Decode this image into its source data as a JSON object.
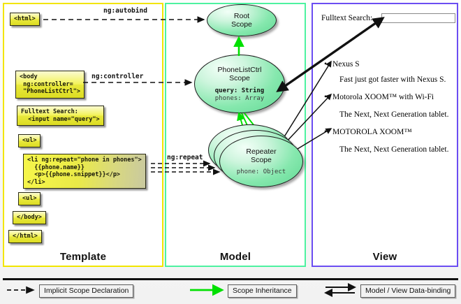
{
  "panels": {
    "template": {
      "label": "Template",
      "border_color": "#f2e500",
      "boxes": [
        {
          "name": "html-open",
          "text": "<html>"
        },
        {
          "name": "body-open",
          "text": "<body\n ng:controller=\n \"PhoneListCtrl\">"
        },
        {
          "name": "fulltext-search",
          "text": "Fulltext Search:\n  <input name=\"query\">"
        },
        {
          "name": "ul-open",
          "text": "<ul>"
        },
        {
          "name": "li-repeat",
          "text": "<li ng:repeat=\"phone in phones\">\n  {{phone.name}}\n  <p>{{phone.snippet}}</p>\n</li>"
        },
        {
          "name": "ul-close",
          "text": "<ul>"
        },
        {
          "name": "body-close",
          "text": "</body>"
        },
        {
          "name": "html-close",
          "text": "</html>"
        }
      ]
    },
    "model": {
      "label": "Model",
      "border_color": "#4df2a0",
      "scopes": [
        {
          "name": "root-scope",
          "title": "Root\nScope",
          "props": []
        },
        {
          "name": "phonelistctrl-scope",
          "title": "PhoneListCtrl\nScope",
          "props": [
            {
              "key": "query:",
              "val": "String",
              "bold": true
            },
            {
              "key": "phones:",
              "val": "Array",
              "bold": false
            }
          ]
        },
        {
          "name": "repeater-scope",
          "title": "Repeater\nScope",
          "props": [
            {
              "key": "phone:",
              "val": "Object",
              "bold": false
            }
          ]
        }
      ]
    },
    "view": {
      "label": "View",
      "border_color": "#6b4df2",
      "search_label": "Fulltext Search:",
      "search_value": "",
      "phones": [
        {
          "name": "Nexus S",
          "snippet": "Fast just got faster with Nexus S."
        },
        {
          "name": "Motorola XOOM™  with Wi-Fi",
          "snippet": "The Next, Next Generation tablet."
        },
        {
          "name": "MOTOROLA XOOM™",
          "snippet": "The Next, Next Generation tablet."
        }
      ]
    }
  },
  "connectors": [
    {
      "name": "ng-autobind",
      "label": "ng:autobind"
    },
    {
      "name": "ng-controller",
      "label": "ng:controller"
    },
    {
      "name": "ng-repeat",
      "label": "ng:repeat"
    }
  ],
  "legend": [
    {
      "name": "implicit-scope-declaration",
      "label": "Implicit Scope Declaration",
      "arrow": "dashed-black"
    },
    {
      "name": "scope-inheritance",
      "label": "Scope Inheritance",
      "arrow": "solid-green"
    },
    {
      "name": "model-view-data-binding",
      "label": "Model / View Data-binding",
      "arrow": "double-black"
    }
  ],
  "colors": {
    "template_border": "#f2e500",
    "model_border": "#4df2a0",
    "view_border": "#6b4df2",
    "scope_fill": "#86e8ae",
    "inheritance_arrow": "#00e000",
    "code_box": "#eded4a"
  }
}
